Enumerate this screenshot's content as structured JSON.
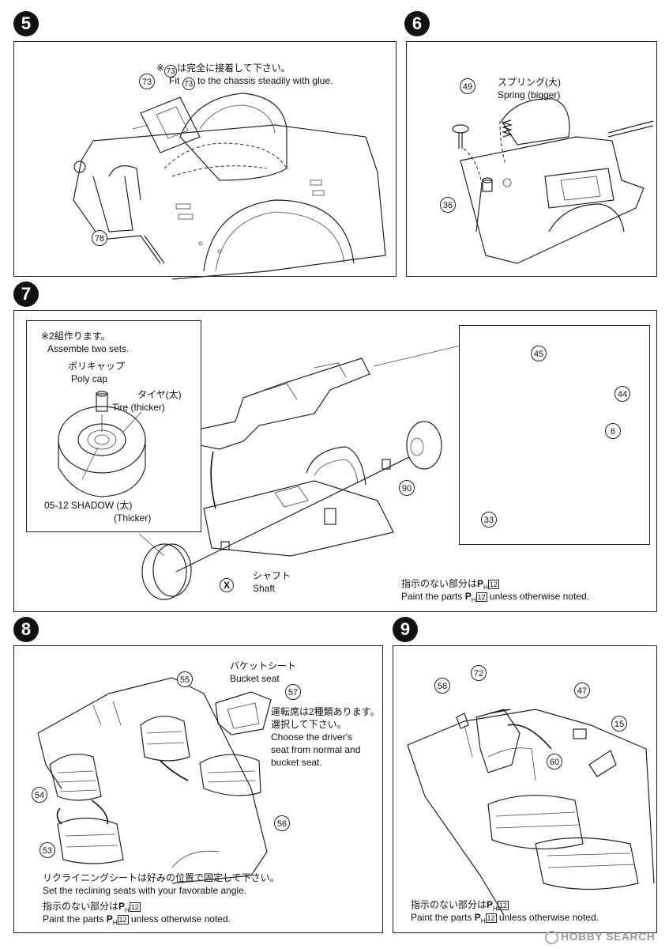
{
  "steps": {
    "s5": {
      "number": "5",
      "note_jp": "※",
      "note_jp_part": "73",
      "note_jp_tail": "は完全に接着して下さい。",
      "note_en_pre": "Fit",
      "note_en_part": "73",
      "note_en_tail": "to the chassis steadily with glue.",
      "callouts": [
        "73",
        "78"
      ]
    },
    "s6": {
      "number": "6",
      "spring_jp": "スプリング(大)",
      "spring_en": "Spring (bigger)",
      "callouts": [
        "49",
        "36"
      ]
    },
    "s7": {
      "number": "7",
      "inset_note_jp": "※2組作ります。",
      "inset_note_en": "Assemble two sets.",
      "polycap_jp": "ポリキャップ",
      "polycap_en": "Poly cap",
      "tire_jp": "タイヤ(太)",
      "tire_en": "Tire (thicker)",
      "wheel_name": "05-12 SHADOW (太)",
      "wheel_sub": "(Thicker)",
      "shaft_jp": "シャフト",
      "shaft_en": "Shaft",
      "shaft_mark": "X",
      "paint_jp": "指示のない部分は",
      "paint_en_pre": "Paint the parts",
      "paint_en_tail": "unless otherwise noted.",
      "callouts": [
        "90",
        "45",
        "44",
        "6",
        "33"
      ]
    },
    "s8": {
      "number": "8",
      "bucket_jp": "バケットシート",
      "bucket_en": "Bucket seat",
      "driver_jp_1": "運転席は2種類あります。",
      "driver_jp_2": "選択して下さい。",
      "driver_en_1": "Choose the driver's",
      "driver_en_2": "seat from normal and",
      "driver_en_3": "bucket seat.",
      "recline_jp": "リクライニングシートは好みの位置で固定して下さい。",
      "recline_en": "Set the reclining seats with your favorable angle.",
      "paint_jp": "指示のない部分は",
      "paint_en_pre": "Paint the parts",
      "paint_en_tail": "unless otherwise noted.",
      "callouts": [
        "55",
        "57",
        "54",
        "56",
        "53"
      ]
    },
    "s9": {
      "number": "9",
      "paint_jp": "指示のない部分は",
      "paint_en_pre": "Paint the parts",
      "paint_en_tail": "unless otherwise noted.",
      "callouts": [
        "58",
        "72",
        "47",
        "15",
        "60"
      ]
    }
  },
  "paint_code": {
    "letter": "P",
    "sub": "H",
    "num": "12"
  },
  "watermark": "HOBBY SEARCH"
}
